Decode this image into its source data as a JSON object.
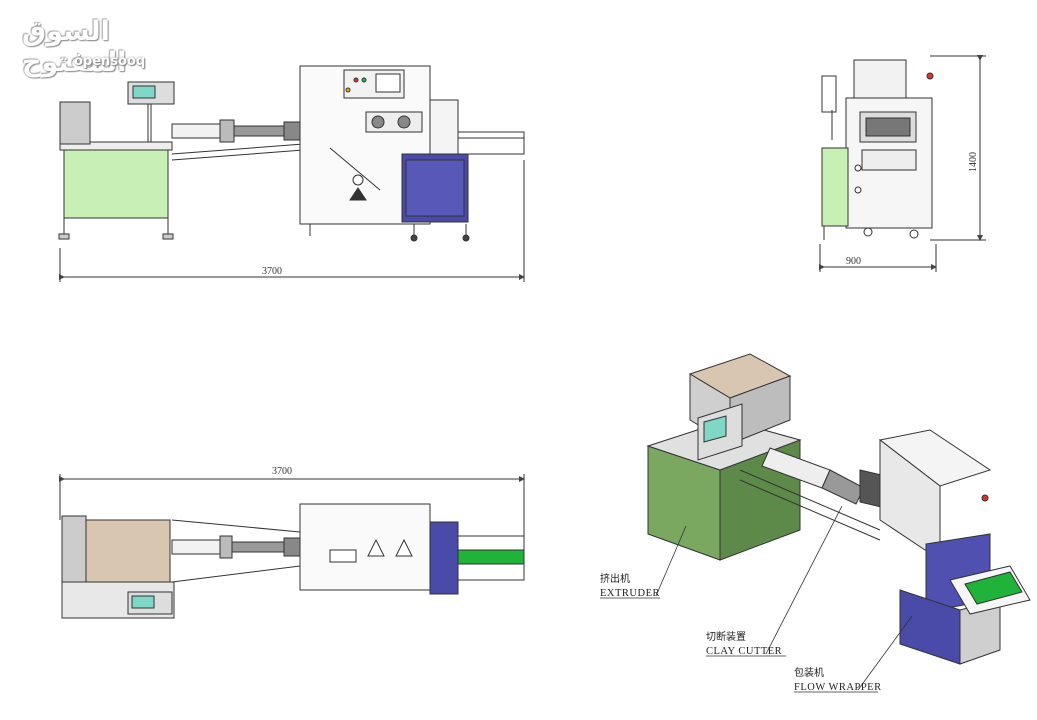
{
  "watermark": {
    "arabic": "السوق المفتوح",
    "latin": "opensooq"
  },
  "front_view": {
    "width_dim": "3700"
  },
  "side_view": {
    "width_dim": "900",
    "height_dim": "1400"
  },
  "top_view": {
    "width_dim": "3700"
  },
  "iso_view": {
    "labels": [
      {
        "cn": "挤出机",
        "en": "EXTRUDER"
      },
      {
        "cn": "切断装置",
        "en": "CLAY CUTTER"
      },
      {
        "cn": "包装机",
        "en": "FLOW WRAPPER"
      }
    ]
  },
  "colors": {
    "green_panel": "#c8f0b4",
    "blue_panel": "#4a4aa8",
    "screen": "#7fd7c8",
    "cardboard": "#d8c6b0",
    "conveyor_green": "#1fb33a",
    "iso_green": "#7aa860"
  }
}
